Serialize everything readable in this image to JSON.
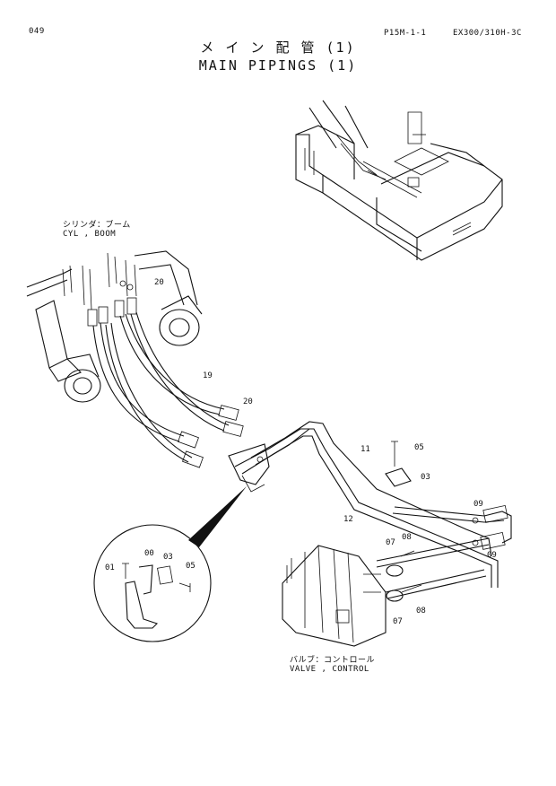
{
  "header": {
    "page_number": "049",
    "doc_code": "P15M-1-1",
    "model": "EX300/310H-3C",
    "title_jp": "メ イ ン 配 管 (1)",
    "title_en": "MAIN PIPINGS (1)"
  },
  "labels": {
    "cyl_jp": "シリンダ：ブーム",
    "cyl_en": "CYL , BOOM",
    "valve_jp": "バルブ：コントロール",
    "valve_en": "VALVE , CONTROL"
  },
  "callouts": {
    "c20a": "20",
    "c19": "19",
    "c20b": "20",
    "c11": "11",
    "c05": "05",
    "c03": "03",
    "c12": "12",
    "c09a": "09",
    "c09b": "09",
    "c07a": "07",
    "c08a": "08",
    "c07b": "07",
    "c08b": "08",
    "d00": "00",
    "d01": "01",
    "d03": "03",
    "d05": "05"
  }
}
